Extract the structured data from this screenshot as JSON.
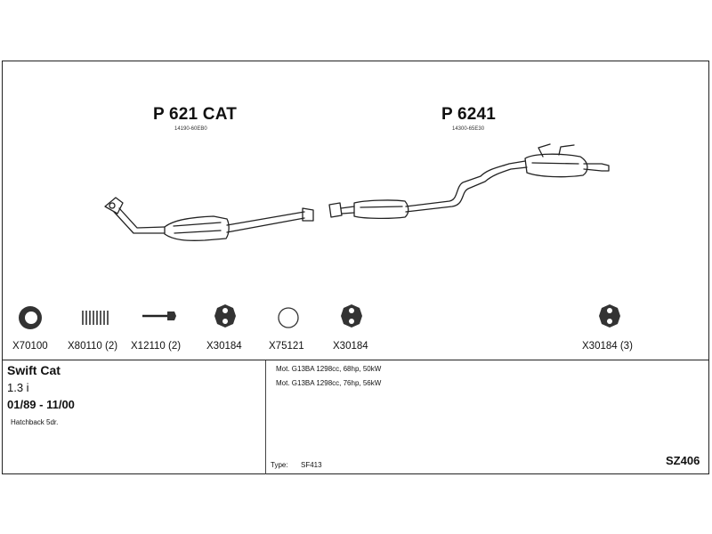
{
  "parts": [
    {
      "code": "P 621 CAT",
      "ref": "14190-60EB0"
    },
    {
      "code": "P 6241",
      "ref": "14300-65E30"
    }
  ],
  "accessories": [
    {
      "label": "X70100",
      "icon": "ring-gasket-icon"
    },
    {
      "label": "X80110 (2)",
      "icon": "spring-icon"
    },
    {
      "label": "X12110 (2)",
      "icon": "bolt-icon"
    },
    {
      "label": "X30184",
      "icon": "rubber-hanger-icon"
    },
    {
      "label": "X75121",
      "icon": "o-ring-icon"
    },
    {
      "label": "X30184",
      "icon": "rubber-hanger-icon"
    },
    {
      "label": "X30184 (3)",
      "icon": "rubber-hanger-icon"
    }
  ],
  "vehicle": {
    "model": "Swift Cat",
    "engine": "1.3 i",
    "years": "01/89 - 11/00",
    "body": "Hatchback 5dr."
  },
  "motors": [
    "Mot. G13BA 1298cc, 68hp, 50kW",
    "Mot. G13BA 1298cc, 76hp, 56kW"
  ],
  "type_label": "Type:",
  "type_value": "SF413",
  "diagram_code": "SZ406"
}
